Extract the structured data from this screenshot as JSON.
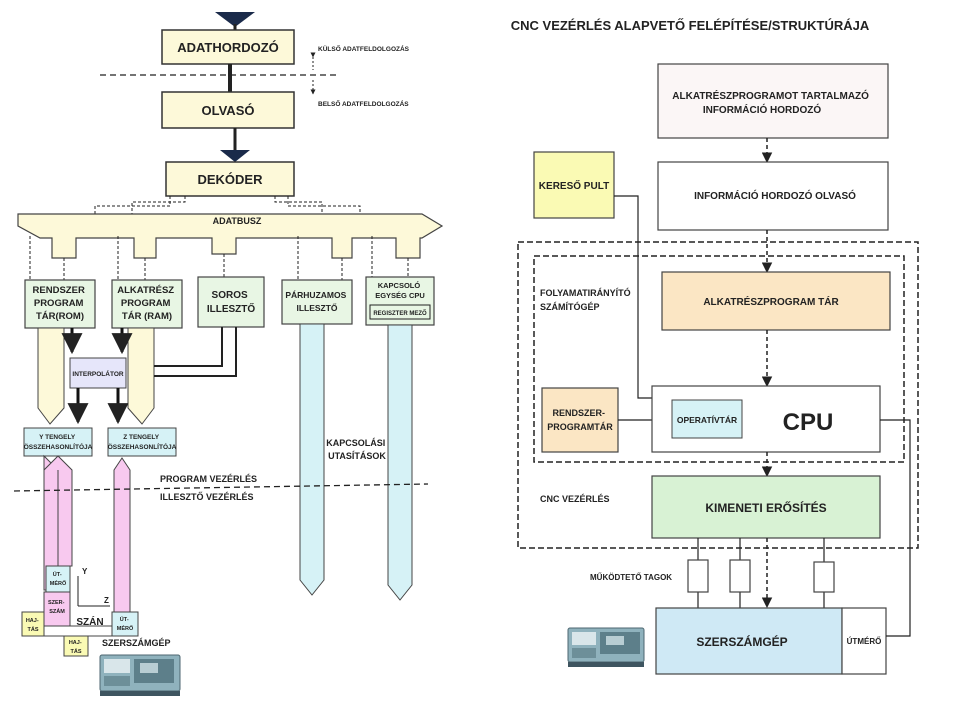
{
  "left": {
    "adathordozo": "ADATHORDOZÓ",
    "kulso": "KÜLSŐ ADATFELDOLGOZÁS",
    "belso": "BELSŐ ADATFELDOLGOZÁS",
    "olvaso": "OLVASÓ",
    "dekoder": "DEKÓDER",
    "adatbusz": "ADATBUSZ",
    "rom": [
      "RENDSZER",
      "PROGRAM",
      "TÁR(ROM)"
    ],
    "ram": [
      "ALKATRÉSZ",
      "PROGRAM",
      "TÁR (RAM)"
    ],
    "soros": [
      "SOROS",
      "ILLESZTŐ"
    ],
    "parhuzamos": [
      "PÁRHUZAMOS",
      "ILLESZTŐ"
    ],
    "kapcsolo": [
      "KAPCSOLÓ",
      "EGYSÉG CPU"
    ],
    "regiszter": "REGISZTER MEZŐ",
    "interpolator": "INTERPOLÁTOR",
    "y_comp": [
      "Y TENGELY",
      "ÖSSZEHASONLÍTÓJA"
    ],
    "z_comp": [
      "Z TENGELY",
      "ÖSSZEHASONLÍTÓJA"
    ],
    "kapcsolasi": [
      "KAPCSOLÁSI",
      "UTASÍTÁSOK"
    ],
    "program_vez": "PROGRAM VEZÉRLÉS",
    "illeszto_vez": "ILLESZTŐ VEZÉRLÉS",
    "utmero": [
      "ÚT-",
      "MÉRŐ"
    ],
    "szerszam": [
      "SZER-",
      "SZÁM"
    ],
    "hajtas": [
      "HAJ-",
      "TÁS"
    ],
    "szan": "SZÁN",
    "axis_y": "Y",
    "axis_z": "Z",
    "szerszamgep": "SZERSZÁMGÉP"
  },
  "right": {
    "title": "CNC VEZÉRLÉS ALAPVETŐ FELÉPÍTÉSE/STRUKTÚRÁJA",
    "hordozo": [
      "ALKATRÉSZPROGRAMOT  TARTALMAZÓ",
      "INFORMÁCIÓ HORDOZÓ"
    ],
    "kereso": "KERESŐ PULT",
    "hordozo_olvaso": "INFORMÁCIÓ HORDOZÓ OLVASÓ",
    "folyamat": [
      "FOLYAMATIRÁNYÍTÓ",
      "SZÁMÍTÓGÉP"
    ],
    "prog_tar": "ALKATRÉSZPROGRAM TÁR",
    "rendszer_tar": [
      "RENDSZER-",
      "PROGRAMTÁR"
    ],
    "operativ": "OPERATÍVTÁR",
    "cpu": "CPU",
    "cnc": "CNC VEZÉRLÉS",
    "kimeneti": "KIMENETI ERŐSÍTÉS",
    "mukodteto": "MŰKÖDTETŐ TAGOK",
    "szerszamgep": "SZERSZÁMGÉP",
    "utmero": "ÚTMÉRŐ"
  },
  "colors": {
    "beige": "#fdf9d9",
    "green": "#e8f6e4",
    "pink": "#f8c9ef",
    "cyan": "#d6f2f6",
    "lavender": "#e6e6fa",
    "orange": "#fbe6c4",
    "mint": "#d8f2d4",
    "yellow": "#fafab4",
    "skyblue": "#cfe9f5",
    "navy": "#1a2a4a"
  }
}
